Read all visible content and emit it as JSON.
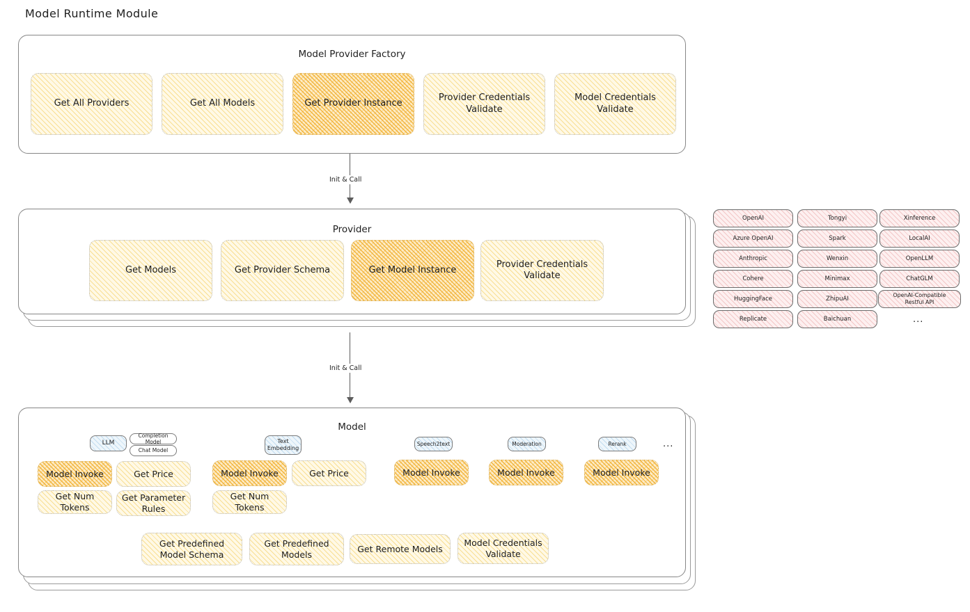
{
  "page_title": "Model Runtime Module",
  "factory": {
    "title": "Model Provider Factory",
    "nodes": [
      {
        "label": "Get All Providers",
        "highlight": false
      },
      {
        "label": "Get All Models",
        "highlight": false
      },
      {
        "label": "Get Provider Instance",
        "highlight": true
      },
      {
        "label": "Provider Credentials Validate",
        "highlight": false
      },
      {
        "label": "Model Credentials Validate",
        "highlight": false
      }
    ]
  },
  "arrow1": {
    "label": "Init & Call"
  },
  "arrow2": {
    "label": "Init & Call"
  },
  "provider": {
    "title": "Provider",
    "nodes": [
      {
        "label": "Get Models",
        "highlight": false
      },
      {
        "label": "Get Provider Schema",
        "highlight": false
      },
      {
        "label": "Get Model Instance",
        "highlight": true
      },
      {
        "label": "Provider Credentials Validate",
        "highlight": false
      }
    ]
  },
  "provider_list": {
    "columns": [
      {
        "items": [
          "OpenAI",
          "Azure OpenAI",
          "Anthropic",
          "Cohere",
          "HuggingFace",
          "Replicate"
        ]
      },
      {
        "items": [
          "Tongyi",
          "Spark",
          "Wenxin",
          "Minimax",
          "ZhipuAI",
          "Baichuan"
        ]
      },
      {
        "items": [
          "Xinference",
          "LocalAI",
          "OpenLLM",
          "ChatGLM",
          "OpenAI-Compatible Restful API"
        ]
      }
    ],
    "more": "..."
  },
  "model": {
    "title": "Model",
    "more": "...",
    "types": [
      {
        "tag": "LLM",
        "subtags": [
          "Completion Model",
          "Chat Model"
        ],
        "methods": [
          {
            "label": "Model Invoke",
            "highlight": true
          },
          {
            "label": "Get Price",
            "highlight": false
          },
          {
            "label": "Get Num Tokens",
            "highlight": false
          },
          {
            "label": "Get Parameter Rules",
            "highlight": false
          }
        ]
      },
      {
        "tag": "Text Embedding",
        "subtags": [],
        "methods": [
          {
            "label": "Model Invoke",
            "highlight": true
          },
          {
            "label": "Get Price",
            "highlight": false
          },
          {
            "label": "Get Num Tokens",
            "highlight": false
          }
        ]
      },
      {
        "tag": "Speech2text",
        "subtags": [],
        "methods": [
          {
            "label": "Model Invoke",
            "highlight": true
          }
        ]
      },
      {
        "tag": "Moderation",
        "subtags": [],
        "methods": [
          {
            "label": "Model Invoke",
            "highlight": true
          }
        ]
      },
      {
        "tag": "Rerank",
        "subtags": [],
        "methods": [
          {
            "label": "Model Invoke",
            "highlight": true
          }
        ]
      }
    ],
    "common_methods": [
      {
        "label": "Get Predefined Model Schema"
      },
      {
        "label": "Get Predefined Models"
      },
      {
        "label": "Get Remote Models"
      },
      {
        "label": "Model Credentials Validate"
      }
    ]
  },
  "colors": {
    "highlight_fill": "#f0ad28",
    "light_fill": "#fff9e6",
    "provider_chip": "#fdf0f0",
    "type_tag": "#eef6fb",
    "stroke": "#868686",
    "text": "#1e1e1e"
  }
}
